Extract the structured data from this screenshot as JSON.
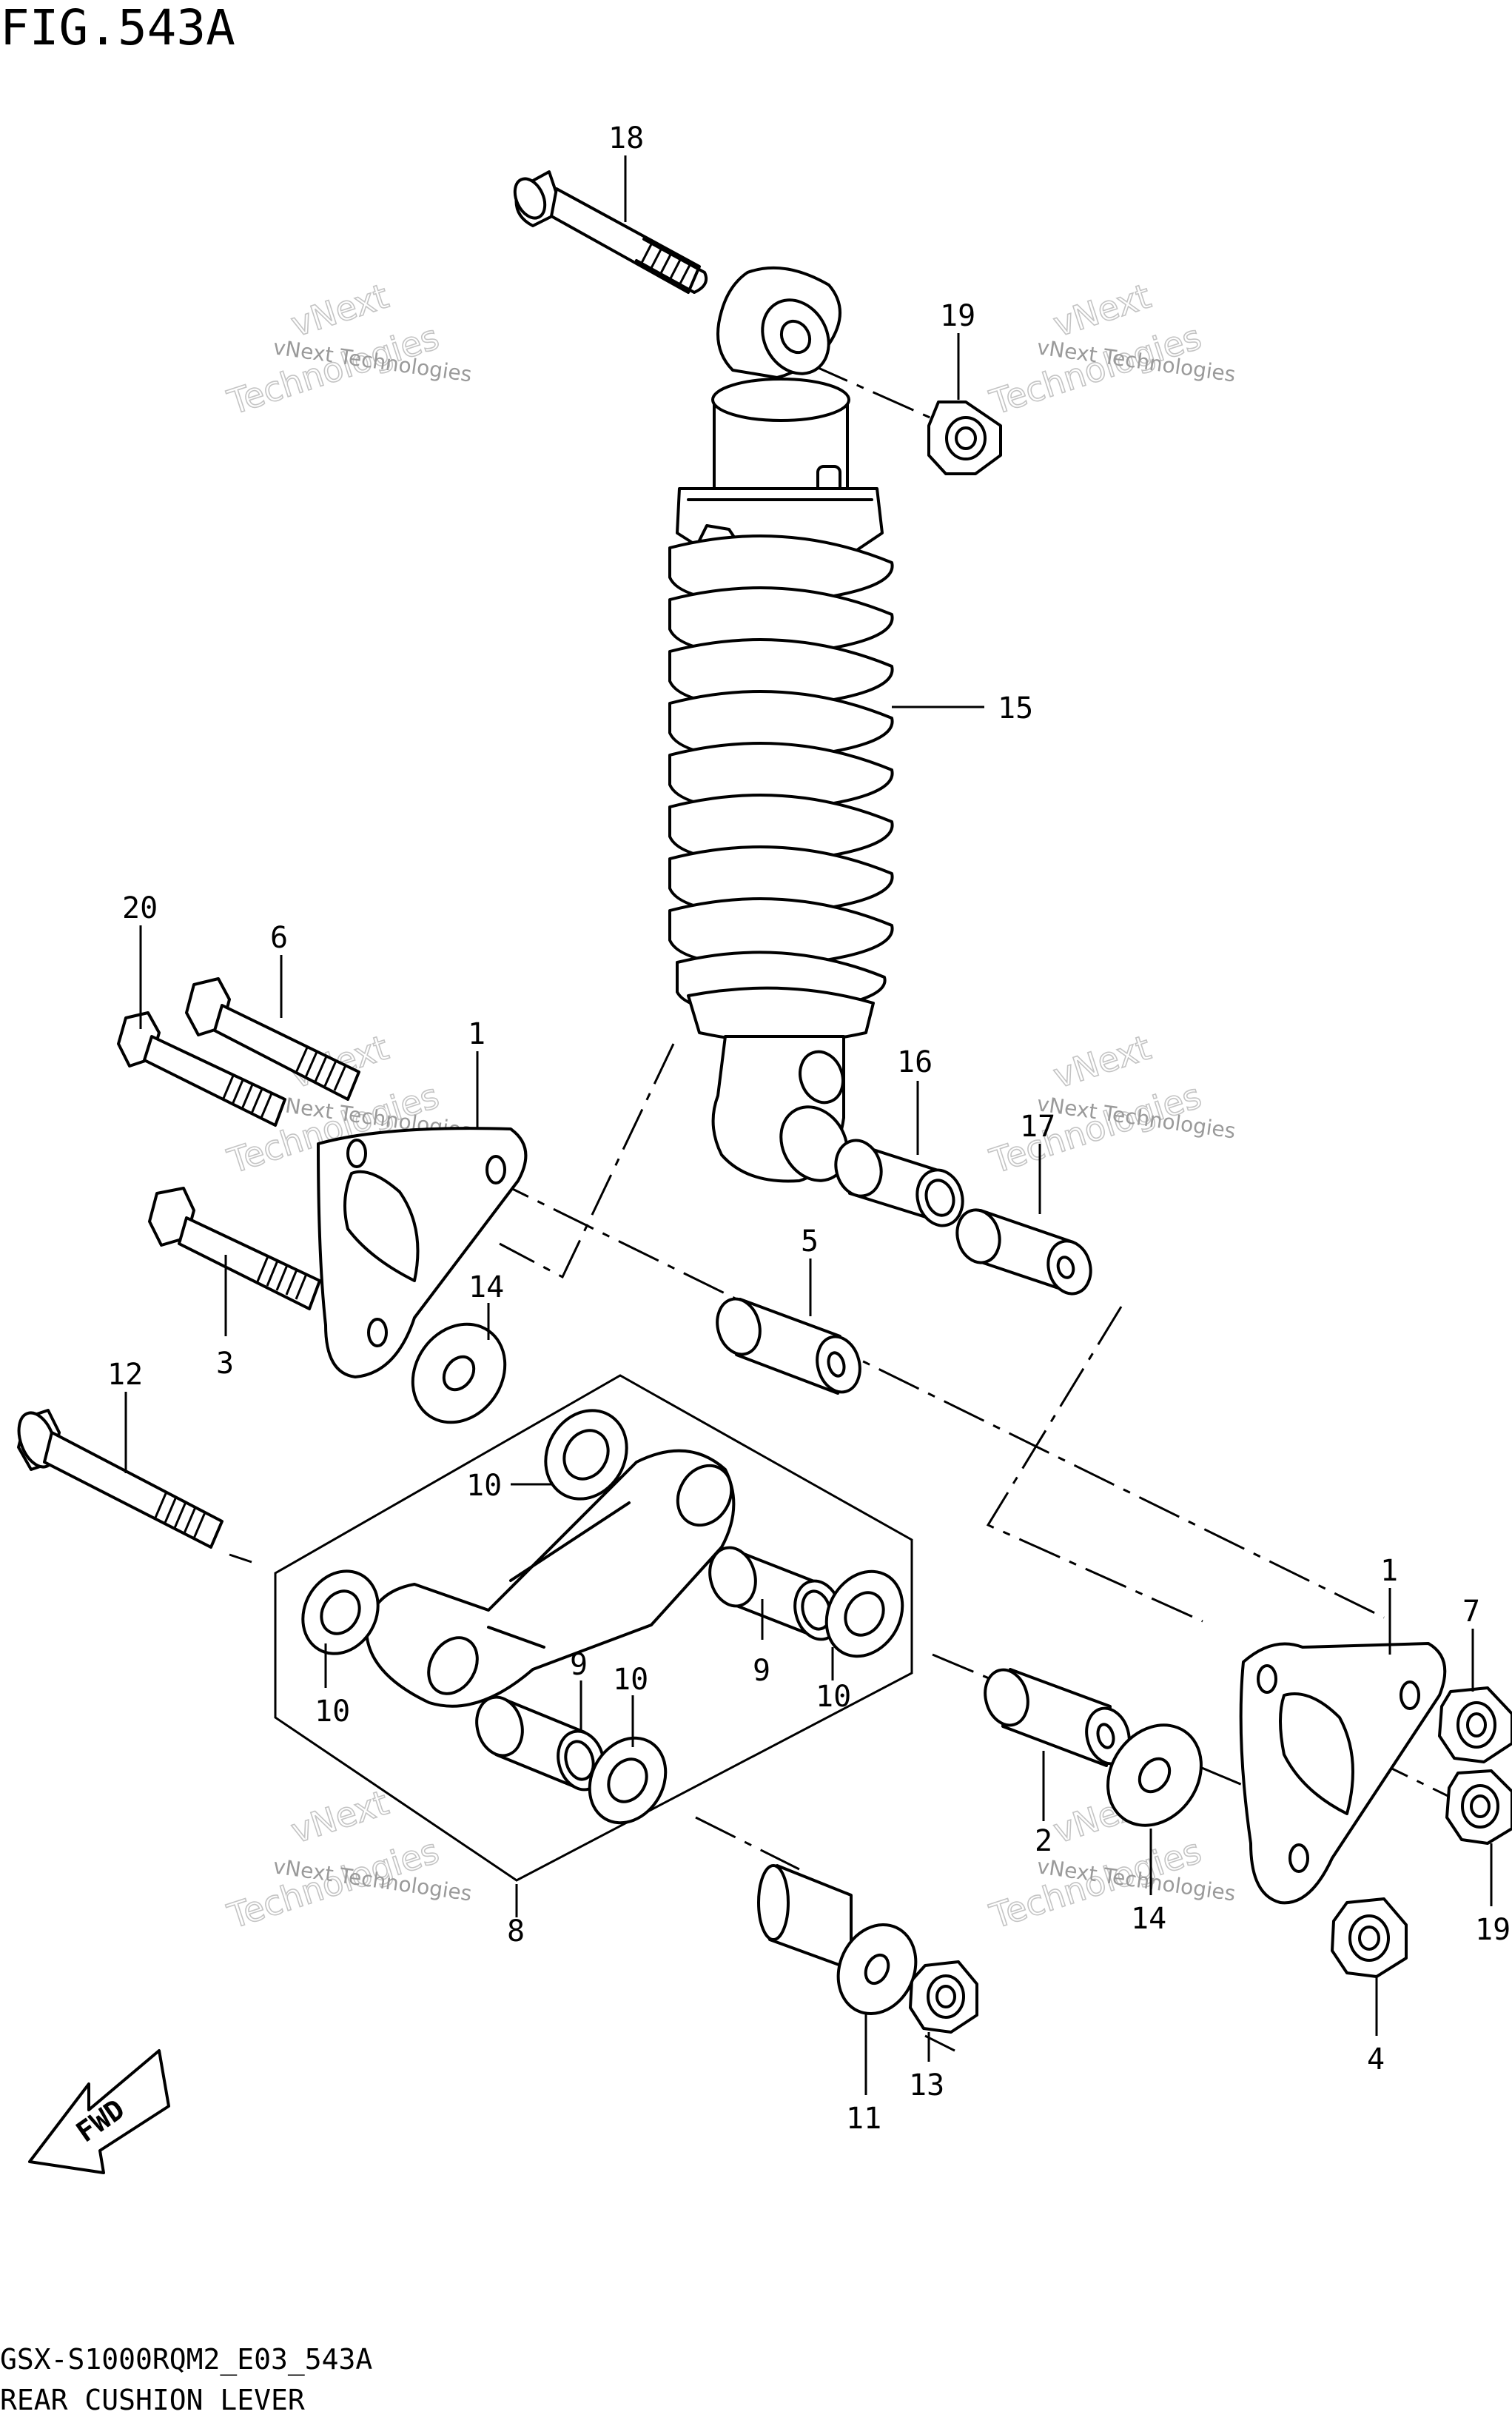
{
  "figure": {
    "title": "FIG.543A",
    "model_code": "GSX-S1000RQM2_E03_543A",
    "caption": "REAR CUSHION LEVER",
    "direction_label": "FWD"
  },
  "watermark": {
    "line1": "vNext Technologies",
    "line2a": "vNext",
    "line2b": "Technologies"
  },
  "callouts": {
    "c1a": "1",
    "c1b": "1",
    "c2": "2",
    "c3": "3",
    "c4": "4",
    "c5": "5",
    "c6": "6",
    "c7": "7",
    "c8": "8",
    "c9a": "9",
    "c9b": "9",
    "c10a": "10",
    "c10b": "10",
    "c10c": "10",
    "c10d": "10",
    "c11": "11",
    "c12": "12",
    "c13": "13",
    "c14a": "14",
    "c14b": "14",
    "c15": "15",
    "c16": "16",
    "c17": "17",
    "c18": "18",
    "c19a": "19",
    "c19b": "19",
    "c20": "20"
  }
}
